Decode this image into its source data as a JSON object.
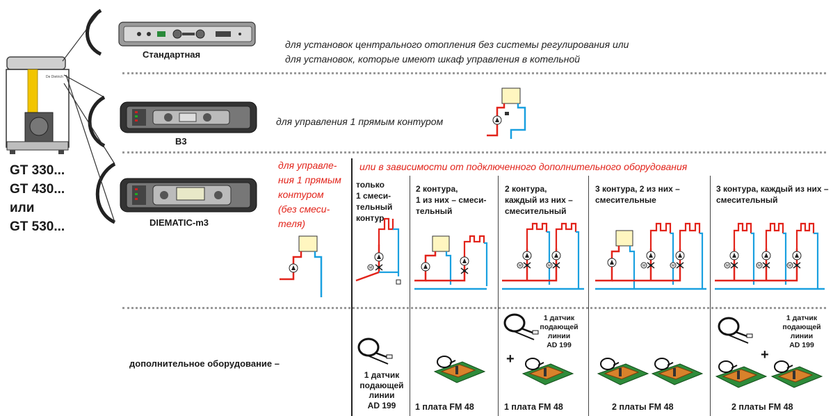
{
  "boiler": {
    "models": [
      "GT 330...",
      "GT 430...",
      "или",
      "GT 530..."
    ],
    "brand": "De Dietrich"
  },
  "panels": [
    {
      "name": "Стандартная",
      "desc": [
        "для установок центрального отопления без системы регулирования или",
        "для установок, которые имеют шкаф управления в котельной"
      ]
    },
    {
      "name": "B3",
      "desc": [
        "для управления 1 прямым контуром"
      ]
    },
    {
      "name": "DIEMATIC-m3",
      "desc": [
        "для управле-",
        "ния 1 прямым",
        "контуром",
        "(без смеси-",
        "теля)"
      ]
    }
  ],
  "dependency_note": "или в зависимости от подключенного дополнительного оборудования",
  "columns": [
    {
      "title": [
        "только",
        "1 смеси-",
        "тельный",
        "контур"
      ],
      "accessory": [
        "1 датчик",
        "подающей",
        "линии",
        "AD 199"
      ]
    },
    {
      "title": [
        "2 контура,",
        "1 из них – смеси-",
        "тельный"
      ],
      "accessory": [
        "1 плата FM 48"
      ]
    },
    {
      "title": [
        "2 контура,",
        "каждый из них –",
        "смесительный"
      ],
      "accessory": [
        "1 датчик",
        "подающей",
        "линии",
        "AD 199",
        "+",
        "1 плата FM 48"
      ]
    },
    {
      "title": [
        "3 контура, 2 из них –",
        "смесительные"
      ],
      "accessory": [
        "2 платы FM 48"
      ]
    },
    {
      "title": [
        "3 контура, каждый из них –",
        "смесительный"
      ],
      "accessory": [
        "1 датчик",
        "подающей",
        "линии",
        "AD 199",
        "+",
        "2 платы FM 48"
      ]
    }
  ],
  "accessories_label": "дополнительное оборудование –",
  "colors": {
    "hot": "#e2231a",
    "cold": "#1aa0e0",
    "accent_red": "#e2231a",
    "pipe_yellow": "#f2c500"
  }
}
